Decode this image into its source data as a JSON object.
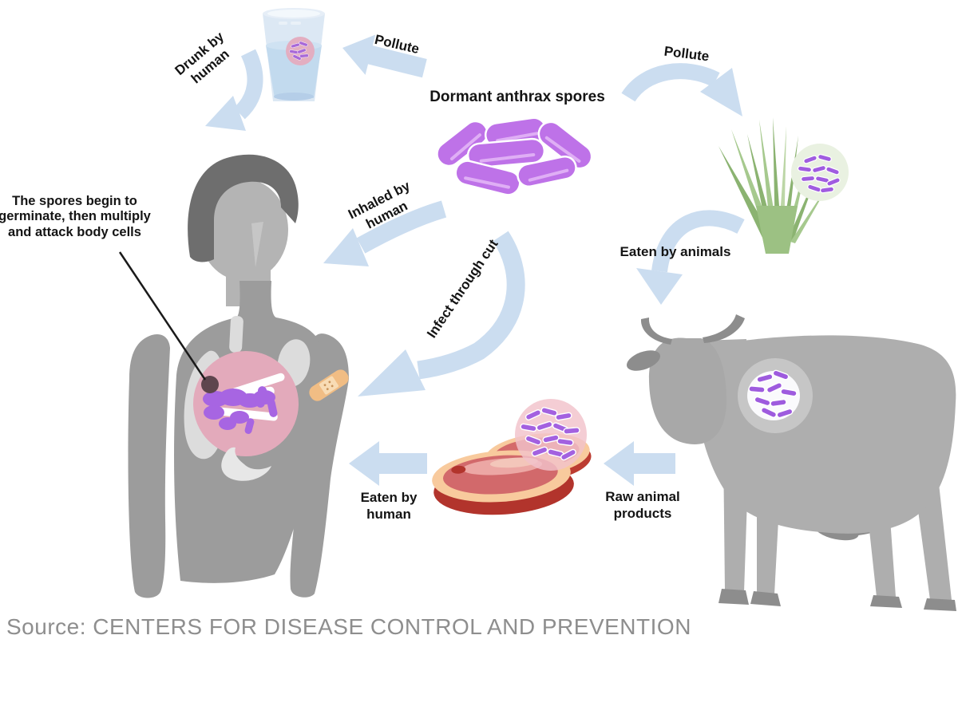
{
  "diagram": {
    "title": "Dormant anthrax spores",
    "labels": {
      "drunk_line1": "Drunk by",
      "drunk_line2": "human",
      "pollute_left": "Pollute",
      "pollute_right": "Pollute",
      "eaten_by_animals": "Eaten by animals",
      "inhaled_line1": "Inhaled by",
      "inhaled_line2": "human",
      "infect_through_cut": "Infect through cut",
      "eaten_by_human_line1": "Eaten by",
      "eaten_by_human_line2": "human",
      "raw_products_line1": "Raw animal",
      "raw_products_line2": "products"
    },
    "callout": {
      "line1": "The spores begin to",
      "line2": "germinate, then multiply",
      "line3": "and attack body cells"
    },
    "source": {
      "prefix": "Source:",
      "text": "CENTERS FOR DISEASE CONTROL AND PREVENTION"
    },
    "colors": {
      "arrow_blue": "#CBDDF0",
      "spore_purple": "#BE72E8",
      "spore_streak": "#DFAEF5",
      "mini_spore_purple": "#A05CE0",
      "infection_pink": "#E3AABB",
      "meat_spore_pink": "#F2C2CA",
      "glass_water_blue": "#C2DAEE",
      "grass_green": "#9CC183",
      "grass_circle_green": "#E9F1E1",
      "cow_gray": "#AEAEAE",
      "cow_dark_gray": "#8D8D8D",
      "human_body_gray": "#9C9C9C",
      "human_hair_gray": "#6E6E6E",
      "human_face_gray": "#B4B4B4",
      "lung_gray": "#DCDCDC",
      "meat_fat": "#F8CA9D",
      "meat_red": "#D2696B",
      "meat_dark_red": "#B2342C",
      "bandage_tan": "#F1BD84",
      "label_black": "#141414",
      "source_gray": "#8E8E8E"
    }
  }
}
